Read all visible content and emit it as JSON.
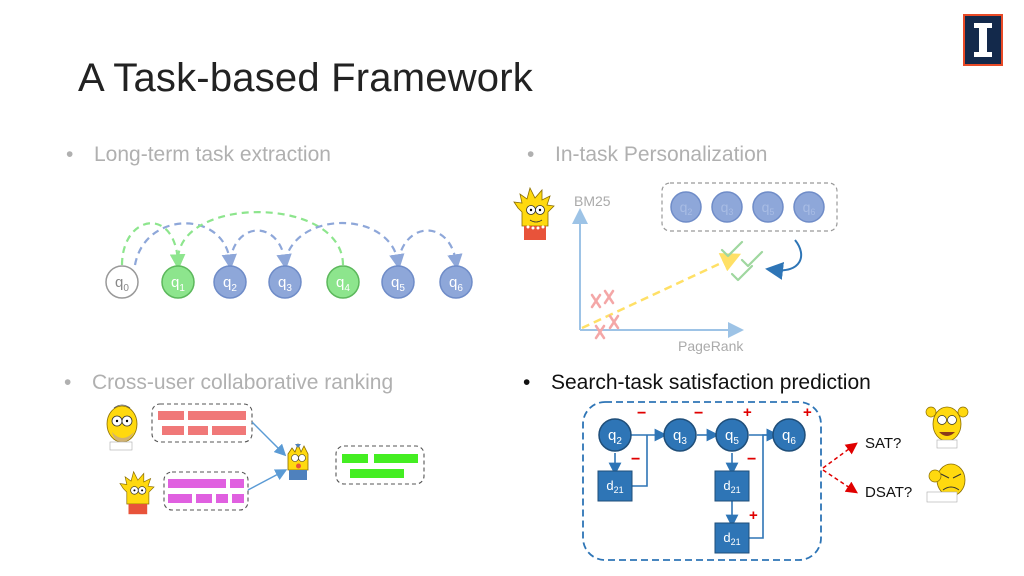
{
  "slide": {
    "title": "A Task-based Framework"
  },
  "bullets": {
    "long_term": "Long-term task extraction",
    "in_task": "In-task Personalization",
    "cross_user": "Cross-user collaborative ranking",
    "satisfaction": "Search-task satisfaction prediction"
  },
  "task_chain": {
    "nodes": [
      {
        "label": "q",
        "sub": "0",
        "color": "#ffffff",
        "stroke": "#999999",
        "text": "#888888"
      },
      {
        "label": "q",
        "sub": "1",
        "color": "#8de58d",
        "stroke": "#5cb85c",
        "text": "#ffffff"
      },
      {
        "label": "q",
        "sub": "2",
        "color": "#8ea7d9",
        "stroke": "#6f8cc8",
        "text": "#ffffff"
      },
      {
        "label": "q",
        "sub": "3",
        "color": "#8ea7d9",
        "stroke": "#6f8cc8",
        "text": "#ffffff"
      },
      {
        "label": "q",
        "sub": "4",
        "color": "#8de58d",
        "stroke": "#5cb85c",
        "text": "#ffffff"
      },
      {
        "label": "q",
        "sub": "5",
        "color": "#8ea7d9",
        "stroke": "#6f8cc8",
        "text": "#ffffff"
      },
      {
        "label": "q",
        "sub": "6",
        "color": "#8ea7d9",
        "stroke": "#6f8cc8",
        "text": "#ffffff"
      }
    ]
  },
  "personalization": {
    "y_axis": "BM25",
    "x_axis": "PageRank",
    "queries": [
      {
        "label": "q",
        "sub": "2"
      },
      {
        "label": "q",
        "sub": "3"
      },
      {
        "label": "q",
        "sub": "5"
      },
      {
        "label": "q",
        "sub": "6"
      }
    ]
  },
  "satisfaction": {
    "queries": [
      {
        "label": "q",
        "sub": "2",
        "sign": "−"
      },
      {
        "label": "q",
        "sub": "3",
        "sign": "−"
      },
      {
        "label": "q",
        "sub": "5",
        "sign": "+"
      },
      {
        "label": "q",
        "sub": "6",
        "sign": "+"
      }
    ],
    "docs": [
      {
        "label": "d",
        "sub": "21"
      },
      {
        "label": "d",
        "sub": "21"
      },
      {
        "label": "d",
        "sub": "21"
      }
    ],
    "doc_signs": [
      "−",
      "−",
      "+"
    ],
    "outcomes": [
      "SAT?",
      "DSAT?"
    ]
  },
  "colors": {
    "accent_blue": "#2e75b6",
    "dark_blue": "#1f4e79",
    "green_bar": "#44ee22",
    "pink_bar": "#f07878",
    "magenta_bar": "#e060e0",
    "red": "#e00000",
    "logo_blue": "#13294b",
    "logo_orange": "#e84a27"
  },
  "icons": [
    "university-logo-icon",
    "lisa-character-icon",
    "homer-character-icon",
    "maggie-character-icon",
    "homer-happy-icon",
    "homer-upset-icon"
  ]
}
